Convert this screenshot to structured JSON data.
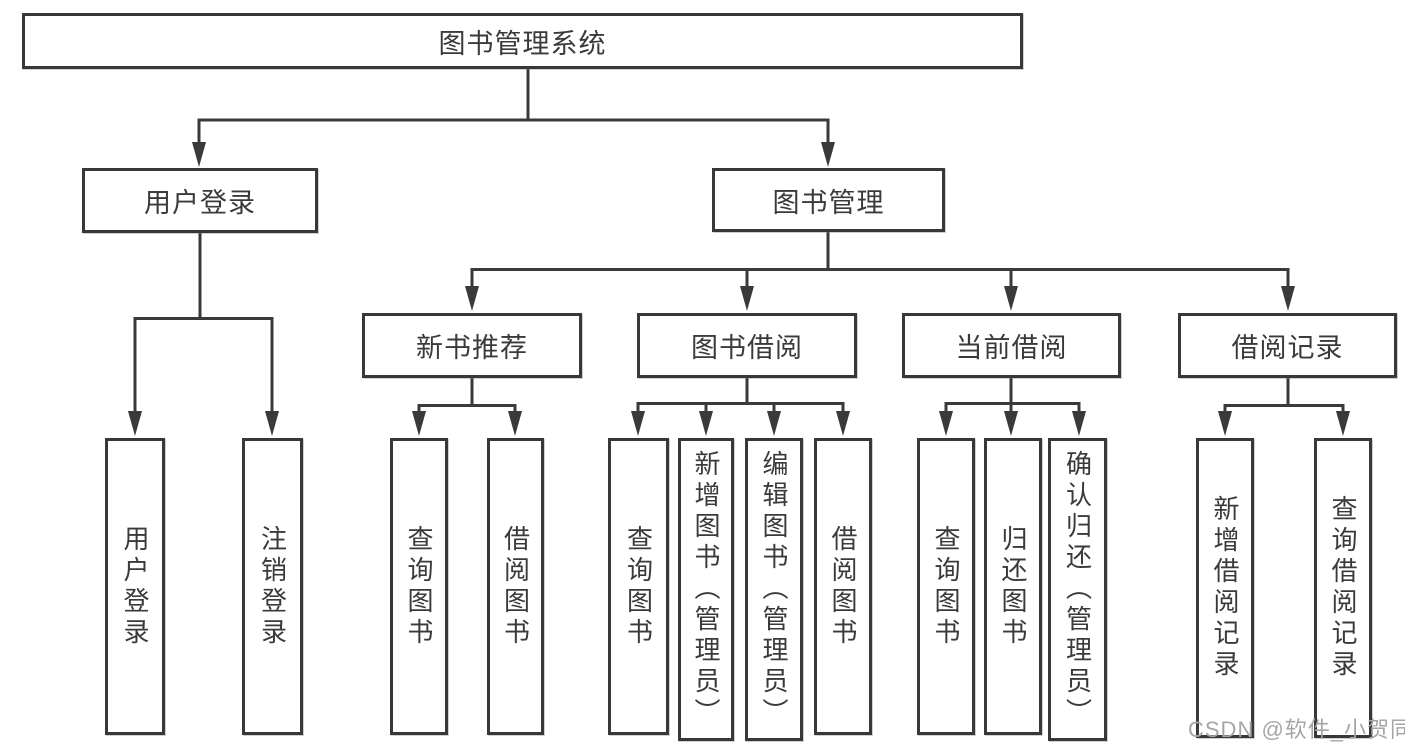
{
  "tree": {
    "root": {
      "label": "图书管理系统"
    },
    "branches": [
      {
        "label": "用户登录",
        "children": [
          {
            "label": "用户登录"
          },
          {
            "label": "注销登录"
          }
        ]
      },
      {
        "label": "图书管理",
        "children": [
          {
            "label": "新书推荐",
            "children": [
              {
                "label": "查询图书"
              },
              {
                "label": "借阅图书"
              }
            ]
          },
          {
            "label": "图书借阅",
            "children": [
              {
                "label": "查询图书"
              },
              {
                "label": "新增图书（管理员）"
              },
              {
                "label": "编辑图书（管理员）"
              },
              {
                "label": "借阅图书"
              }
            ]
          },
          {
            "label": "当前借阅",
            "children": [
              {
                "label": "查询图书"
              },
              {
                "label": "归还图书"
              },
              {
                "label": "确认归还（管理员）"
              }
            ]
          },
          {
            "label": "借阅记录",
            "children": [
              {
                "label": "新增借阅记录"
              },
              {
                "label": "查询借阅记录"
              }
            ]
          }
        ]
      }
    ]
  },
  "watermark": {
    "text": "CSDN @软件_小贺同学"
  },
  "colors": {
    "line": "#3a3a3a",
    "box_border": "#383838",
    "box_background": "#ffffff",
    "text": "#3a3a3a",
    "watermark": "#a6a6a6"
  }
}
